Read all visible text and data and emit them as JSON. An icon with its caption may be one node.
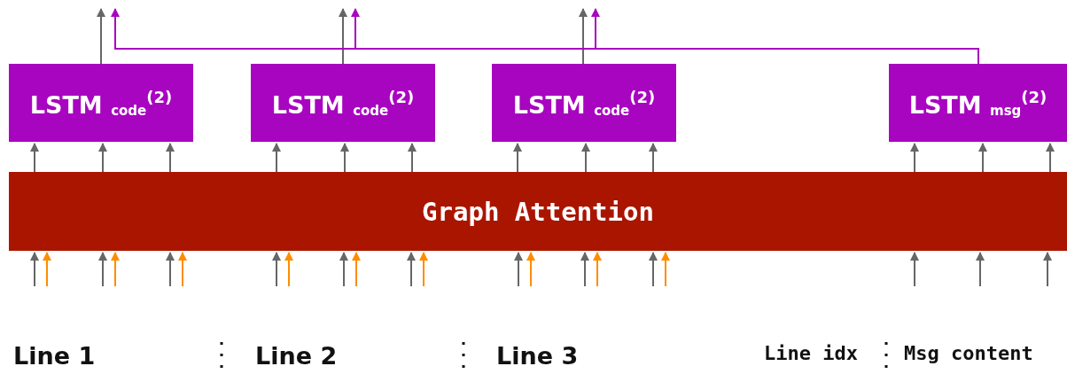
{
  "diagram": {
    "nodes": [
      {
        "text": [
          "Graph Attention"
        ]
      },
      {
        "text": [
          "LSTM $_{code}$$^{(2)}$"
        ]
      },
      {
        "text": [
          "LSTM $_{code}$$^{(2)}$"
        ]
      },
      {
        "text": [
          "LSTM $_{code}$$^{(2)}$"
        ]
      },
      {
        "text": [
          "LSTM $_{msg}$$^{(2)}$"
        ]
      }
    ],
    "edges": [
      {
        "from": null,
        "to": 0,
        "arrow": "to"
      },
      {
        "from": null,
        "to": 0,
        "arrow": "to",
        "color": "#ff8c00"
      },
      {
        "from": null,
        "to": 0,
        "arrow": "to"
      },
      {
        "from": null,
        "to": 0,
        "arrow": "to",
        "color": "#ff8c00"
      },
      {
        "from": null,
        "to": 0,
        "arrow": "to"
      },
      {
        "from": null,
        "to": 0,
        "arrow": "to",
        "color": "#ff8c00"
      },
      {
        "from": null,
        "to": 0,
        "arrow": "to"
      },
      {
        "from": null,
        "to": 0,
        "arrow": "to",
        "color": "#ff8c00"
      },
      {
        "from": null,
        "to": 0,
        "arrow": "to"
      },
      {
        "from": null,
        "to": 0,
        "arrow": "to",
        "color": "#ff8c00"
      },
      {
        "from": null,
        "to": 0,
        "arrow": "to"
      },
      {
        "from": null,
        "to": 0,
        "arrow": "to",
        "color": "#ff8c00"
      },
      {
        "from": null,
        "to": 0,
        "arrow": "to"
      },
      {
        "from": null,
        "to": 0,
        "arrow": "to",
        "color": "#ff8c00"
      },
      {
        "from": null,
        "to": 0,
        "arrow": "to"
      },
      {
        "from": null,
        "to": 0,
        "arrow": "to",
        "color": "#ff8c00"
      },
      {
        "from": null,
        "to": 0,
        "arrow": "to"
      },
      {
        "from": null,
        "to": 0,
        "arrow": "to",
        "color": "#ff8c00"
      },
      {
        "from": null,
        "to": 0,
        "arrow": "to"
      },
      {
        "from": null,
        "to": 0,
        "arrow": "to"
      },
      {
        "from": null,
        "to": 0,
        "arrow": "to"
      },
      {
        "from": 0,
        "to": 1,
        "arrow": "to"
      },
      {
        "from": 0,
        "to": 1,
        "arrow": "to"
      },
      {
        "from": 0,
        "to": 1,
        "arrow": "to"
      },
      {
        "from": 0,
        "to": 2,
        "arrow": "to"
      },
      {
        "from": 0,
        "to": 2,
        "arrow": "to"
      },
      {
        "from": 0,
        "to": 2,
        "arrow": "to"
      },
      {
        "from": 0,
        "to": 3,
        "arrow": "to"
      },
      {
        "from": 0,
        "to": 3,
        "arrow": "to"
      },
      {
        "from": 0,
        "to": 3,
        "arrow": "to"
      },
      {
        "from": 0,
        "to": 4,
        "arrow": "to"
      },
      {
        "from": 0,
        "to": 4,
        "arrow": "to"
      },
      {
        "from": 0,
        "to": 4,
        "arrow": "to"
      },
      {
        "from": 1,
        "to": null,
        "arrow": "to"
      },
      {
        "from": 2,
        "to": null,
        "arrow": "to"
      },
      {
        "from": 3,
        "to": null,
        "arrow": "to"
      },
      {
        "from": 4,
        "to": null,
        "arrow": "to",
        "color": "#a805c0"
      },
      {
        "from": 4,
        "to": null,
        "arrow": "to",
        "color": "#a805c0"
      },
      {
        "from": 4,
        "to": null,
        "arrow": "to",
        "color": "#a805c0"
      }
    ],
    "labels": [
      "Line 1",
      "Line 2",
      "Line 3",
      "Line idx",
      "Msg content"
    ]
  }
}
